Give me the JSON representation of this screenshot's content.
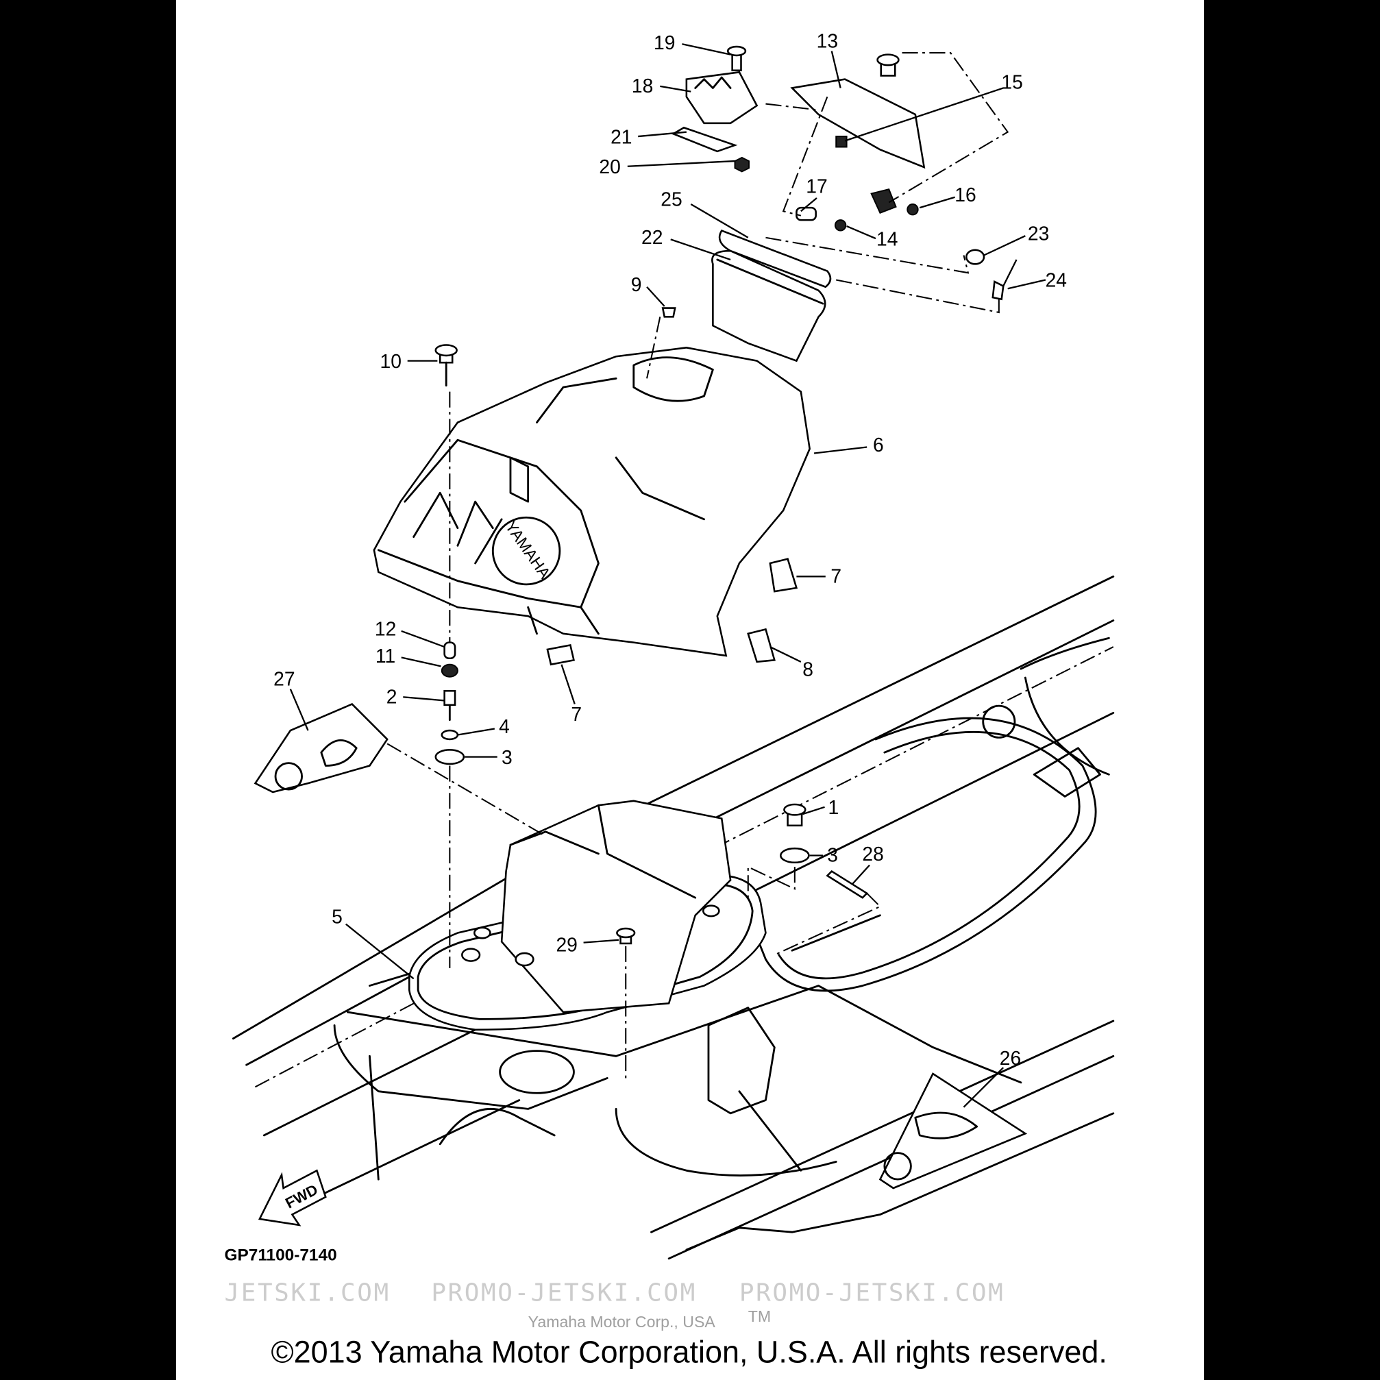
{
  "diagram": {
    "callouts": {
      "c1": "1",
      "c2": "2",
      "c3a": "3",
      "c3b": "3",
      "c4": "4",
      "c5": "5",
      "c6": "6",
      "c7a": "7",
      "c7b": "7",
      "c8": "8",
      "c9": "9",
      "c10": "10",
      "c11": "11",
      "c12": "12",
      "c13": "13",
      "c14": "14",
      "c15": "15",
      "c16": "16",
      "c17": "17",
      "c18": "18",
      "c19": "19",
      "c20": "20",
      "c21": "21",
      "c22": "22",
      "c23": "23",
      "c24": "24",
      "c25": "25",
      "c26": "26",
      "c27": "27",
      "c28": "28",
      "c29": "29"
    },
    "logo_text": "YAMAHA",
    "fwd_label": "FWD",
    "figure_code": "GP71100-7140",
    "copyright": "©2013 Yamaha Motor Corporation, U.S.A. All rights reserved.",
    "watermark": {
      "site_left": "JETSKI.COM",
      "site_mid": "PROMO-JETSKI.COM",
      "site_right": "PROMO-JETSKI.COM",
      "owner": "Yamaha Motor Corp., USA",
      "tm": "TM"
    }
  }
}
